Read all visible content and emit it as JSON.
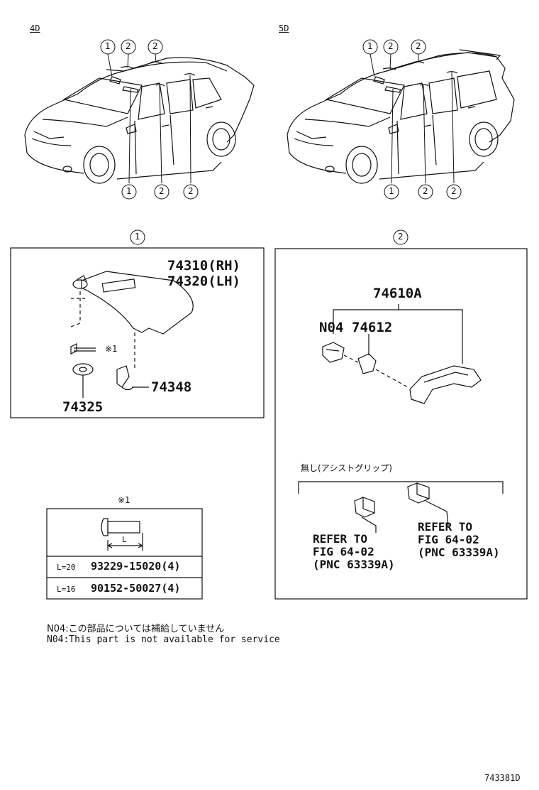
{
  "variants": {
    "sedan": "4D",
    "wagon": "5D"
  },
  "callouts": {
    "one": "1",
    "two": "2"
  },
  "sun_visor": {
    "part_rh": "74310(RH)",
    "part_lh": "74320(LH)",
    "holder": "74348",
    "clip": "74325",
    "screw_ref": "※1"
  },
  "assist_grip": {
    "assembly": "74610A",
    "note_code": "N04",
    "cover": "74612",
    "without_label": "無し(アシストグリップ)",
    "refer_left": [
      "REFER TO",
      "FIG 64-02",
      "(PNC 63339A)"
    ],
    "refer_right": [
      "REFER TO",
      "FIG 64-02",
      "(PNC 63339A)"
    ]
  },
  "screw_table": {
    "title": "※1",
    "dim_label": "L",
    "rows": [
      {
        "length": "L=20",
        "part": "93229-15020(4)"
      },
      {
        "length": "L=16",
        "part": "90152-50027(4)"
      }
    ]
  },
  "footnotes": {
    "jp": "N04:この部品については補給していません",
    "en": "N04:This part is not available for service"
  },
  "figure_code": "743381D"
}
